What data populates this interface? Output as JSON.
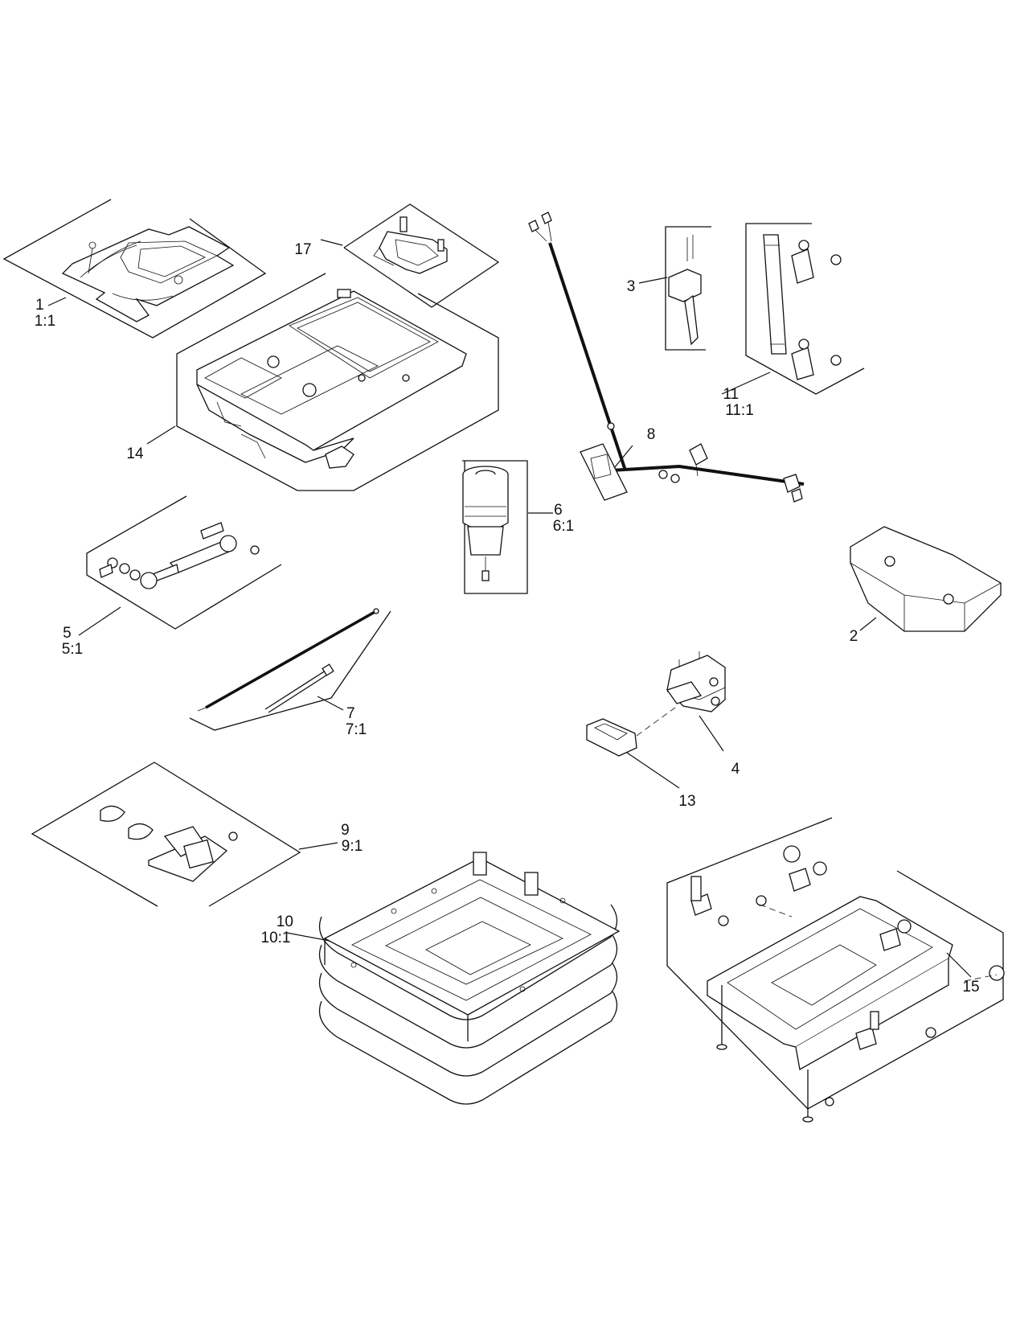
{
  "callouts": [
    {
      "id": "1",
      "lines": [
        "1",
        "1:1"
      ]
    },
    {
      "id": "2",
      "lines": [
        "2"
      ]
    },
    {
      "id": "3",
      "lines": [
        "3"
      ]
    },
    {
      "id": "4",
      "lines": [
        "4"
      ]
    },
    {
      "id": "5",
      "lines": [
        "5",
        "5:1"
      ]
    },
    {
      "id": "6",
      "lines": [
        "6",
        "6:1"
      ]
    },
    {
      "id": "7",
      "lines": [
        "7",
        "7:1"
      ]
    },
    {
      "id": "8",
      "lines": [
        "8"
      ]
    },
    {
      "id": "9",
      "lines": [
        "9",
        "9:1"
      ]
    },
    {
      "id": "10",
      "lines": [
        "10",
        "10:1"
      ]
    },
    {
      "id": "11",
      "lines": [
        "11",
        "11:1"
      ]
    },
    {
      "id": "13",
      "lines": [
        "13"
      ]
    },
    {
      "id": "14",
      "lines": [
        "14"
      ]
    },
    {
      "id": "15",
      "lines": [
        "15"
      ]
    },
    {
      "id": "17",
      "lines": [
        "17"
      ]
    }
  ]
}
